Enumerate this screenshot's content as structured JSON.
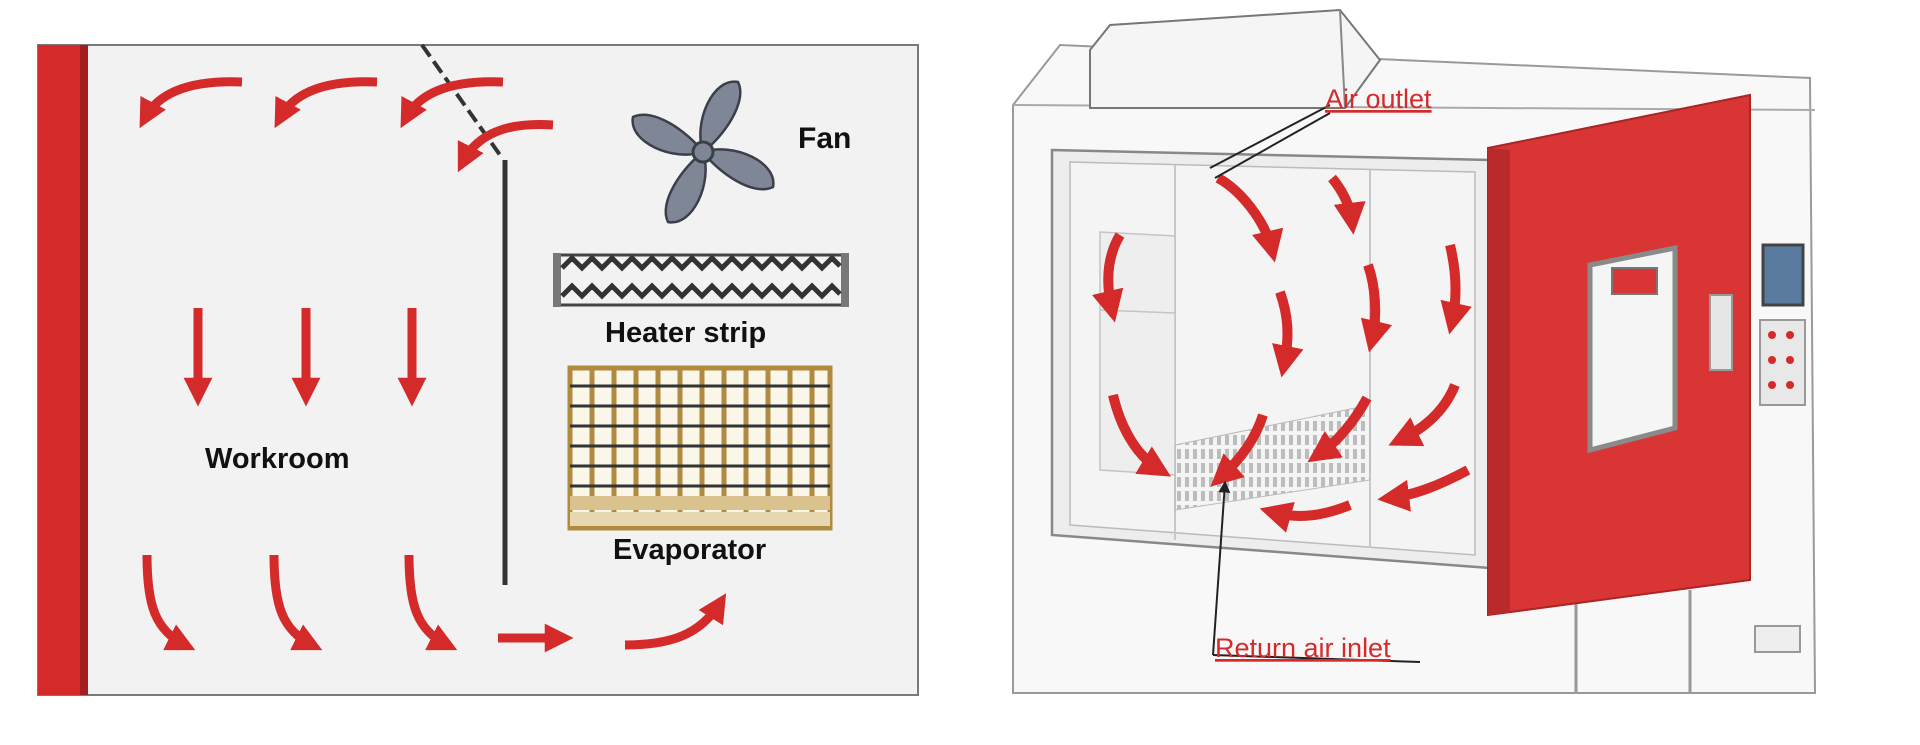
{
  "left_diagram": {
    "labels": {
      "fan": "Fan",
      "heater": "Heater strip",
      "evaporator": "Evaporator",
      "workroom": "Workroom"
    }
  },
  "right_diagram": {
    "labels": {
      "air_outlet": "Air outlet",
      "return_inlet": "Return air inlet"
    }
  },
  "colors": {
    "accent_red": "#d42a2a",
    "door_red": "#d93535",
    "panel_bg": "#f2f2f2",
    "fan_gray": "#7f8796",
    "evaporator_wood": "#b08a3e"
  }
}
